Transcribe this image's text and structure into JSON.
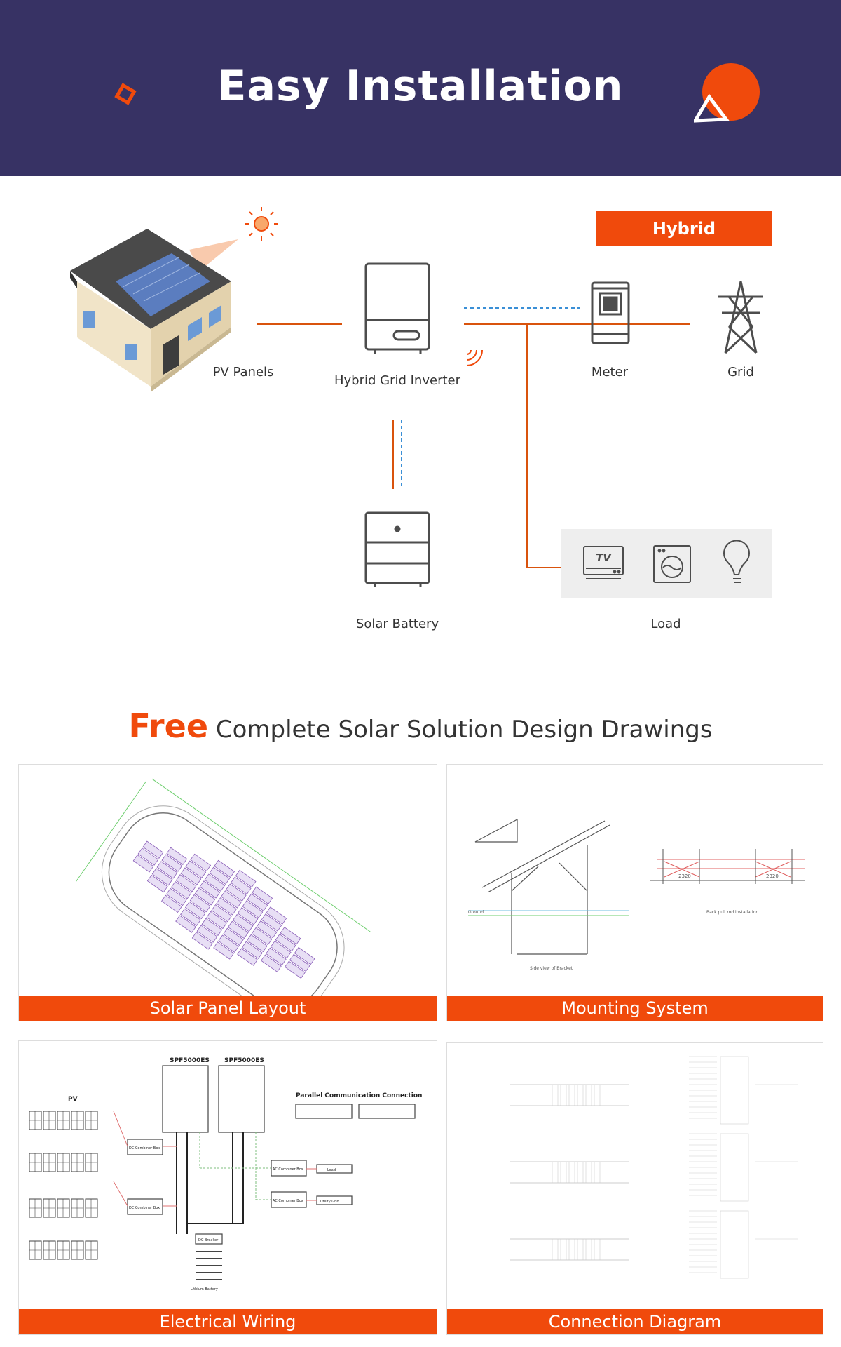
{
  "header": {
    "title": "Easy Installation"
  },
  "system": {
    "mode_tag": "Hybrid",
    "labels": {
      "pv_panels": "PV Panels",
      "inverter": "Hybrid Grid Inverter",
      "meter": "Meter",
      "grid": "Grid",
      "battery": "Solar Battery",
      "load": "Load"
    },
    "load_icons": [
      "tv-icon",
      "washing-machine-icon",
      "light-bulb-icon"
    ],
    "tv_text": "TV"
  },
  "section": {
    "highlight": "Free",
    "rest": " Complete Solar Solution Design Drawings"
  },
  "cards": [
    {
      "label": "Solar Panel Layout"
    },
    {
      "label": "Mounting System"
    },
    {
      "label": "Electrical Wiring"
    },
    {
      "label": "Connection Diagram"
    }
  ],
  "wiring": {
    "pv": "PV",
    "inverter_1": "SPF5000ES",
    "inverter_2": "SPF5000ES",
    "parallel_title": "Parallel Communication Connection",
    "dc_combiner": "DC Combiner Box",
    "ac_combiner": "AC Combiner Box",
    "load": "Load",
    "utility_grid": "Utility Grid",
    "dc_breaker": "DC Breaker",
    "battery": "Lithium Battery"
  },
  "mounting": {
    "ground": "Ground",
    "side_view": "Side view of Bracket",
    "back_pull": "Back pull rod installation",
    "dim_1": "2320",
    "dim_2": "2320"
  },
  "colors": {
    "banner": "#373264",
    "accent": "#f04a0c",
    "load_bg": "#eeeeee"
  }
}
